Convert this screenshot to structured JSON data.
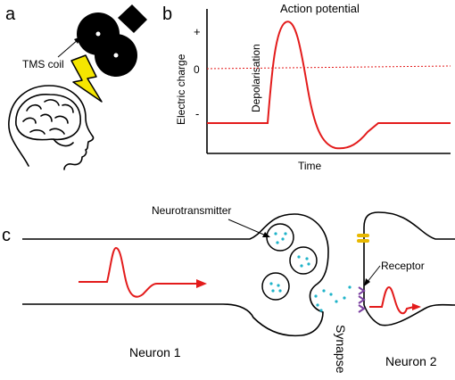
{
  "panels": {
    "a": {
      "label": "a",
      "coil_label": "TMS coil"
    },
    "b": {
      "label": "b",
      "title": "Action potential",
      "ylabel": "Electric charge",
      "xlabel": "Time",
      "phase_label": "Depolarisation",
      "tick_plus": "+",
      "tick_zero": "0",
      "tick_minus": "-"
    },
    "c": {
      "label": "c",
      "neurotransmitter_label": "Neurotransmitter",
      "receptor_label": "Receptor",
      "synapse_label": "Synapse",
      "neuron1_label": "Neuron 1",
      "neuron2_label": "Neuron 2"
    }
  },
  "colors": {
    "signal": "#e31b1b",
    "bolt": "#f5e600",
    "molecule": "#1fb3c9",
    "receptor": "#7a3fa0",
    "channel": "#e8b800",
    "baseline_dashed": "#e31b1b"
  },
  "icons": [
    "head-with-brain-icon",
    "tms-coil-icon",
    "lightning-bolt-icon"
  ]
}
